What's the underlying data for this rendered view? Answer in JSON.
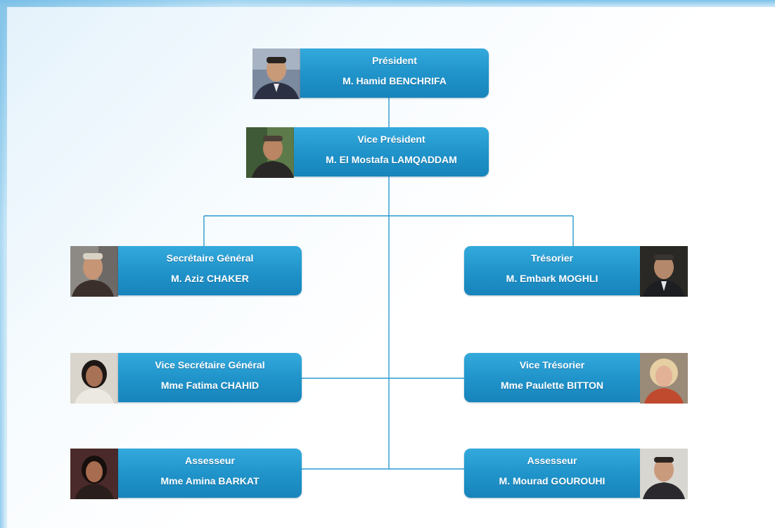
{
  "org_chart": {
    "president": {
      "title": "Président",
      "name": "M. Hamid BENCHRIFA"
    },
    "vice_president": {
      "title": "Vice Président",
      "name": "M. El Mostafa LAMQADDAM"
    },
    "secretary_general": {
      "title": "Secrétaire Général",
      "name": "M. Aziz CHAKER"
    },
    "treasurer": {
      "title": "Trésorier",
      "name": "M. Embark MOGHLI"
    },
    "vice_secretary_general": {
      "title": "Vice Secrétaire Général",
      "name": "Mme Fatima CHAHID"
    },
    "vice_treasurer": {
      "title": "Vice Trésorier",
      "name": "Mme Paulette BITTON"
    },
    "assessor_left": {
      "title": "Assesseur",
      "name": "Mme Amina BARKAT"
    },
    "assessor_right": {
      "title": "Assesseur",
      "name": "M. Mourad GOUROUHI"
    }
  },
  "colors": {
    "card": "#1f93c9",
    "line": "#2a9ad0",
    "text": "#ffffff"
  }
}
